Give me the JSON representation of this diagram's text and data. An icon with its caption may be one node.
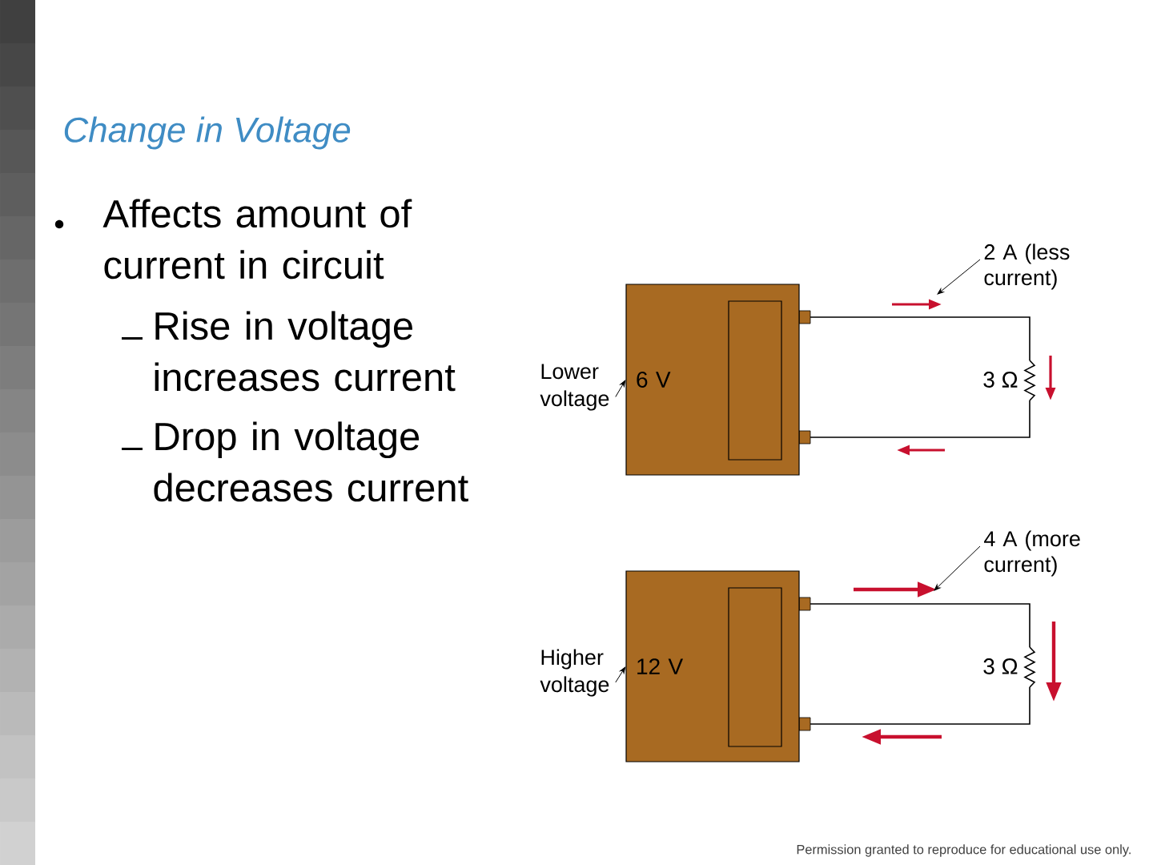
{
  "diagram": {
    "title": "Change in Voltage",
    "nodes": [
      {
        "text": [
          "Lower voltage"
        ]
      },
      {
        "text": [
          "6 V"
        ]
      },
      {
        "text": [
          "2 A (less current)"
        ]
      },
      {
        "text": [
          "Higher voltage"
        ]
      },
      {
        "text": [
          "12 V"
        ]
      },
      {
        "text": [
          "4 A (more current)"
        ]
      }
    ],
    "edges": [
      {
        "from": 0,
        "to": 1,
        "arrow": "to"
      },
      {
        "from": 2,
        "to": null,
        "arrow": "to"
      },
      {
        "from": 3,
        "to": 4,
        "arrow": "to"
      },
      {
        "from": 5,
        "to": null,
        "arrow": "to"
      }
    ],
    "labels": [
      "Affects amount of current in circuit",
      "Rise in voltage increases current",
      "Drop in voltage decreases current",
      "3 Ω",
      "3 Ω",
      "Permission granted to reproduce for educational use only."
    ]
  }
}
